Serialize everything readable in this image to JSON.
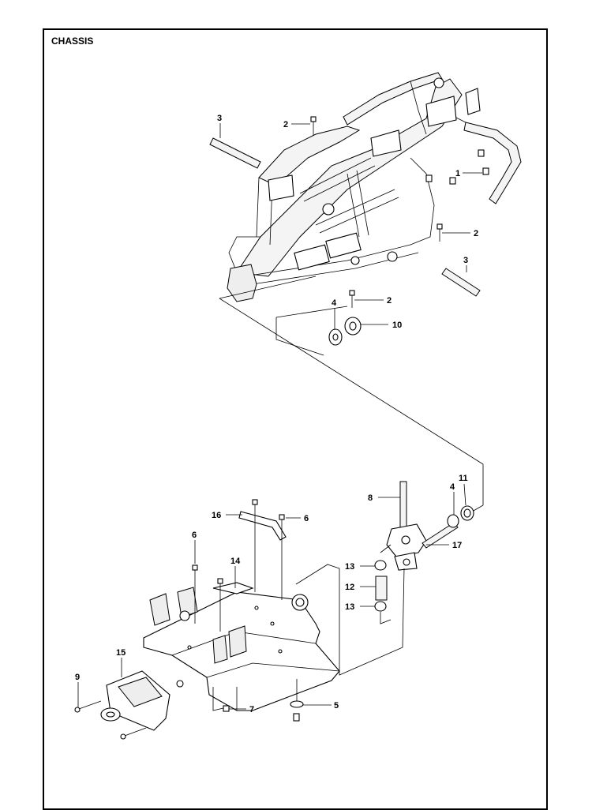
{
  "page_title": "CHASSIS",
  "callouts": {
    "c1": "1",
    "c2a": "2",
    "c2b": "2",
    "c2c": "2",
    "c3a": "3",
    "c3b": "3",
    "c4a": "4",
    "c4b": "4",
    "c5": "5",
    "c6a": "6",
    "c6b": "6",
    "c7": "7",
    "c8": "8",
    "c9": "9",
    "c10": "10",
    "c11": "11",
    "c12": "12",
    "c13a": "13",
    "c13b": "13",
    "c14": "14",
    "c15": "15",
    "c16": "16",
    "c17": "17"
  }
}
